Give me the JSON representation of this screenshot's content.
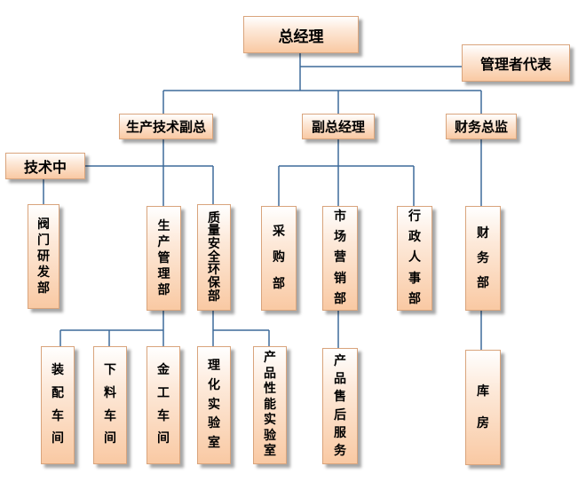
{
  "nodes": {
    "gm": "总经理",
    "rep": "管理者代表",
    "prod_vp": "生产技术副总",
    "vgm": "副总经理",
    "cfo": "财务总监",
    "tech_center": "技术中",
    "valve_rd": "阀门研发部",
    "prod_mgmt": "生产管理部",
    "quality": "质量安全环保部",
    "purchase": "采购部",
    "marketing": "市场营销部",
    "admin_hr": "行政人事部",
    "finance": "财务部",
    "assembly": "装配车间",
    "blanking": "下料车间",
    "metalwork": "金工车间",
    "physchem_lab": "理化实验室",
    "perf_lab": "产品性能实验室",
    "aftersales": "产品售后服务",
    "warehouse": "库房"
  },
  "colors": {
    "line": "#3d6a9a",
    "box_border": "#d9a47c"
  }
}
